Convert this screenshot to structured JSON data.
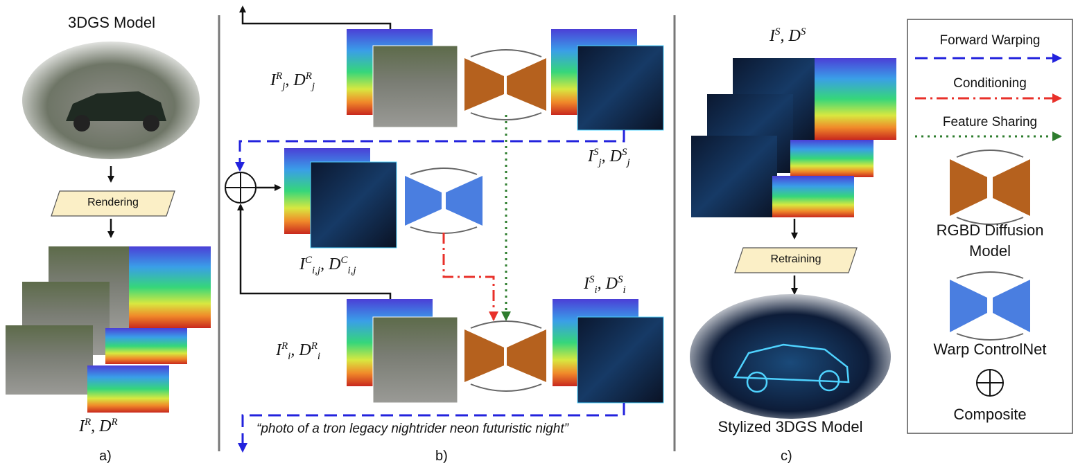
{
  "panel_a": {
    "title": "3DGS Model",
    "process": "Rendering",
    "output": {
      "img": "I",
      "img_sup": "R",
      "depth": "D",
      "depth_sup": "R"
    },
    "tag": "a)"
  },
  "panel_b": {
    "view_j_input": {
      "img": "I",
      "img_sub": "j",
      "img_sup": "R",
      "depth": "D",
      "depth_sub": "j",
      "depth_sup": "R"
    },
    "view_j_stylized": {
      "img": "I",
      "img_sub": "j",
      "img_sup": "S",
      "depth": "D",
      "depth_sub": "j",
      "depth_sup": "S"
    },
    "composite_result": {
      "img": "I",
      "img_sub": "i,j",
      "img_sup": "C",
      "depth": "D",
      "depth_sub": "i,j",
      "depth_sup": "C"
    },
    "view_i_stylized": {
      "img": "I",
      "img_sub": "i",
      "img_sup": "S",
      "depth": "D",
      "depth_sub": "i",
      "depth_sup": "S"
    },
    "view_i_input": {
      "img": "I",
      "img_sub": "i",
      "img_sup": "R",
      "depth": "D",
      "depth_sub": "i",
      "depth_sup": "R"
    },
    "prompt": "“photo of a tron legacy nightrider neon futuristic night”",
    "tag": "b)"
  },
  "panel_c": {
    "input": {
      "img": "I",
      "img_sup": "S",
      "depth": "D",
      "depth_sup": "S"
    },
    "process": "Retraining",
    "title": "Stylized 3DGS Model",
    "tag": "c)"
  },
  "legend": {
    "forward_warping": "Forward Warping",
    "conditioning": "Conditioning",
    "feature_sharing": "Feature Sharing",
    "rgbd_diffusion_line1": "RGBD Diffusion",
    "rgbd_diffusion_line2": "Model",
    "warp_controlnet": "Warp ControlNet",
    "composite": "Composite"
  },
  "colors": {
    "forward_warping": "#2222dd",
    "conditioning": "#e8302a",
    "feature_sharing": "#2e7d2e",
    "diffusion_model": "#b5611e",
    "controlnet": "#4a7ee0",
    "process_box": "#fbefc6"
  }
}
